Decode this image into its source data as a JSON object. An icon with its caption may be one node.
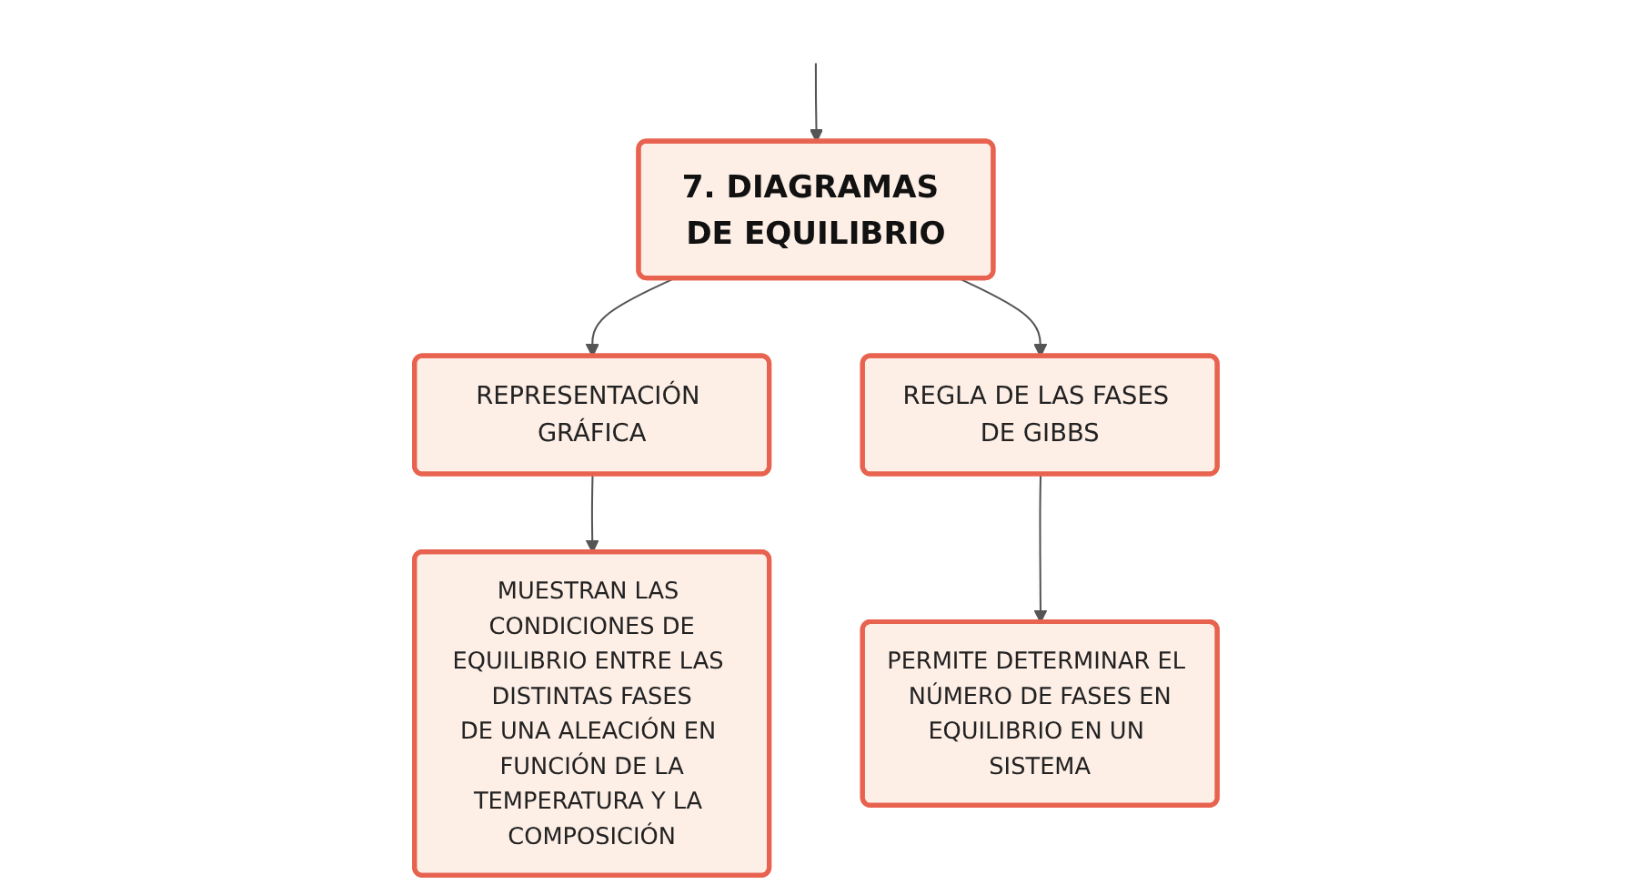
{
  "diagram": {
    "nodes": [
      {
        "text": [
          "7. DIAGRAMAS DE EQUILIBRIO"
        ]
      },
      {
        "text": [
          "REPRESENTACIÓN GRÁFICA"
        ]
      },
      {
        "text": [
          "REGLA DE LAS FASES DE GIBBS"
        ]
      },
      {
        "text": [
          "MUESTRAN LAS CONDICIONES DE EQUILIBRIO ENTRE LAS DISTINTAS FASES DE UNA ALEACIÓN EN FUNCIÓN DE LA TEMPERATURA Y LA COMPOSICIÓN"
        ]
      },
      {
        "text": [
          "PERMITE DETERMINAR EL NÚMERO DE FASES EN EQUILIBRIO EN UN SISTEMA"
        ]
      }
    ],
    "edges": [
      {
        "from": null,
        "to": 0,
        "arrow": "to"
      },
      {
        "from": 0,
        "to": 1,
        "arrow": "to"
      },
      {
        "from": 0,
        "to": 2,
        "arrow": "to"
      },
      {
        "from": 1,
        "to": 3,
        "arrow": "to"
      },
      {
        "from": 2,
        "to": 4,
        "arrow": "to"
      }
    ]
  }
}
